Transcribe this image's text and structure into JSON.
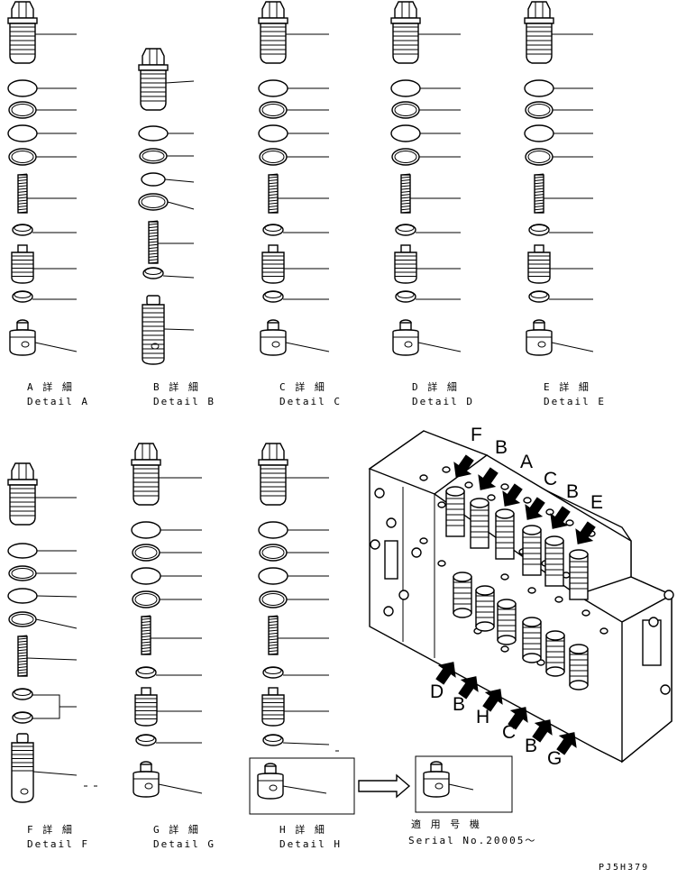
{
  "details": [
    {
      "jp": "A 詳 細",
      "en": "Detail A"
    },
    {
      "jp": "B 詳 細",
      "en": "Detail B"
    },
    {
      "jp": "C 詳 細",
      "en": "Detail C"
    },
    {
      "jp": "D 詳 細",
      "en": "Detail D"
    },
    {
      "jp": "E 詳 細",
      "en": "Detail E"
    },
    {
      "jp": "F 詳 細",
      "en": "Detail F"
    },
    {
      "jp": "G 詳 細",
      "en": "Detail G"
    },
    {
      "jp": "H 詳 細",
      "en": "Detail H"
    }
  ],
  "serial_note": {
    "jp": "適 用 号 機",
    "en": "Serial No.20005～"
  },
  "assembly_letters_top": [
    "F",
    "B",
    "A",
    "C",
    "B",
    "E"
  ],
  "assembly_letters_bottom": [
    "D",
    "B",
    "H",
    "C",
    "B",
    "G"
  ],
  "drawing_code": "PJ5H379"
}
